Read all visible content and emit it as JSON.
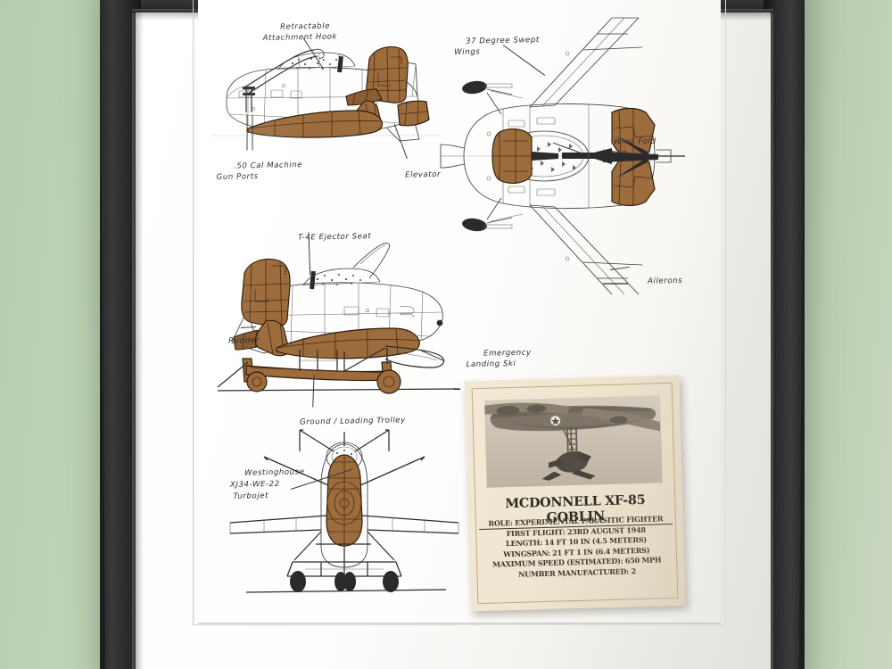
{
  "scene": {
    "subject": "framed laser-cut wood marquetry blueprint art of the McDonnell XF-85 Goblin",
    "wall_color": "#bccfb3",
    "frame_color": "#262626",
    "mat_color": "#ffffff",
    "wood_color": "#9d6c3c",
    "ink_color": "#3c3c3c"
  },
  "annotations": [
    {
      "id": "retractable-attachment-hook",
      "lines": [
        "Retractable",
        "Attachment Hook"
      ]
    },
    {
      "id": "fifty-cal-machine-gun-ports",
      "lines": [
        ".50 Cal Machine",
        "Gun Ports"
      ]
    },
    {
      "id": "elevator",
      "lines": [
        "Elevator"
      ]
    },
    {
      "id": "thirty-seven-degree-swept-wings",
      "lines": [
        "37 Degree Swept",
        "Wings"
      ]
    },
    {
      "id": "wing-fold-hinge",
      "lines": [
        "Wing Fold",
        "Hinge"
      ]
    },
    {
      "id": "ailerons",
      "lines": [
        "Ailerons"
      ]
    },
    {
      "id": "t4e-ejector-seat",
      "lines": [
        "T-4E Ejector Seat"
      ]
    },
    {
      "id": "rudder",
      "lines": [
        "Rudder"
      ]
    },
    {
      "id": "emergency-landing-ski",
      "lines": [
        "Emergency",
        "Landing Ski"
      ]
    },
    {
      "id": "ground-loading-trolley",
      "lines": [
        "Ground / Loading Trolley"
      ]
    },
    {
      "id": "westinghouse-turbojet",
      "lines": [
        "Westinghouse",
        "XJ34-WE-22",
        "Turbojet"
      ]
    }
  ],
  "card": {
    "title": "MCDONNELL XF-85 GOBLIN",
    "photo_caption": "XF-85 Goblin suspended on trapeze beneath EB-29 mothership",
    "specs": [
      "ROLE: EXPERIMENTAL PARASITIC FIGHTER",
      "FIRST FLIGHT: 23RD AUGUST 1948",
      "LENGTH: 14 FT 10 IN  (4.5 METERS)",
      "WINGSPAN: 21 FT 1 IN  (6.4 METERS)",
      "MAXIMUM SPEED (ESTIMATED): 650 MPH",
      "NUMBER MANUFACTURED: 2"
    ]
  },
  "views": [
    {
      "id": "side-view-upper",
      "label": "port side profile, canopy open, hook deployed"
    },
    {
      "id": "plan-view",
      "label": "top plan view with folded wings"
    },
    {
      "id": "side-view-trolley",
      "label": "side profile on ground handling trolley"
    },
    {
      "id": "front-view",
      "label": "front elevation on trolley"
    }
  ]
}
